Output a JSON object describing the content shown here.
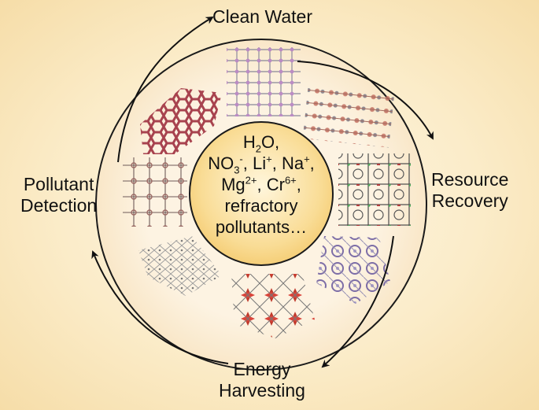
{
  "labels": {
    "top": "Clean Water",
    "right_line1": "Resource",
    "right_line2": "Recovery",
    "left_line1": "Pollutant",
    "left_line2": "Detection",
    "bottom_line1": "Energy",
    "bottom_line2": "Harvesting"
  },
  "center": {
    "h": "H",
    "o": "O,",
    "no": "NO",
    "li": ", Li",
    "na": ", Na",
    "comma1": ",",
    "mg": "Mg",
    "cr": ", Cr",
    "comma2": ",",
    "line4": "refractory",
    "line5": "pollutants…",
    "sub2": "2",
    "sub3": "3",
    "sup_minus": "-",
    "sup_plus": "+",
    "sup_2plus": "2+",
    "sup_6plus": "6+"
  },
  "colors": {
    "background": "#fbecc9",
    "ring": "#fdf2df",
    "center": "#f9d98c",
    "arrow": "#111111"
  }
}
